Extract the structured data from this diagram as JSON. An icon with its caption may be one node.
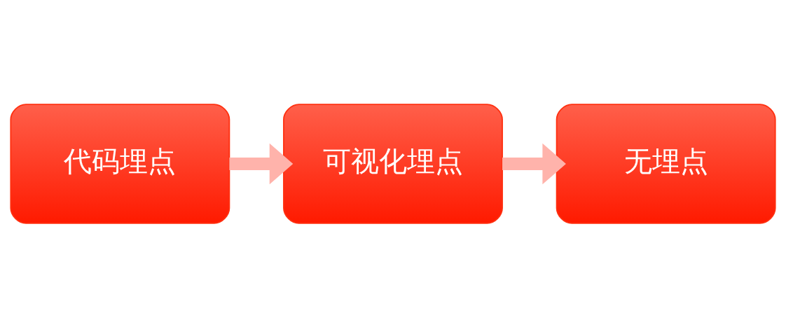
{
  "diagram": {
    "nodes": [
      {
        "text": [
          "代码埋点"
        ]
      },
      {
        "text": [
          "可视化埋点"
        ]
      },
      {
        "text": [
          "无埋点"
        ]
      }
    ],
    "edges": [
      {
        "from": 0,
        "to": 1,
        "arrow": "to"
      },
      {
        "from": 1,
        "to": 2,
        "arrow": "to"
      }
    ]
  }
}
